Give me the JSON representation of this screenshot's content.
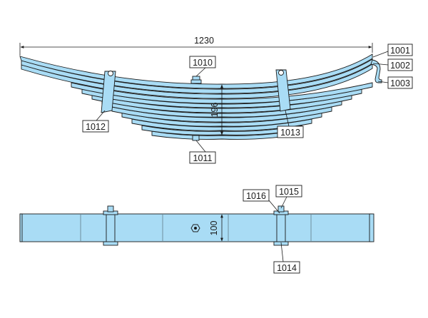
{
  "colors": {
    "fill": "#a9dcf5",
    "stroke": "#1a1a1a",
    "label_bg": "#ffffff"
  },
  "dimensions": {
    "length": "1230",
    "height": "196",
    "width": "100"
  },
  "labels": {
    "p1001": "1001",
    "p1002": "1002",
    "p1003": "1003",
    "p1010": "1010",
    "p1011": "1011",
    "p1012": "1012",
    "p1013": "1013",
    "p1014": "1014",
    "p1015": "1015",
    "p1016": "1016"
  }
}
